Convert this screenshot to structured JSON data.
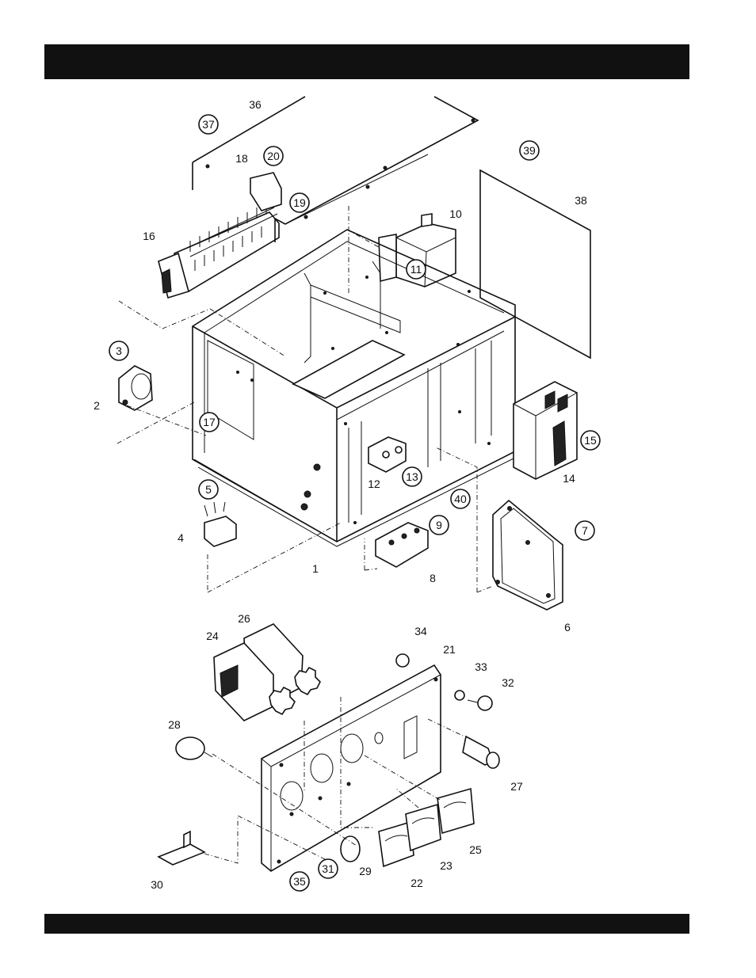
{
  "header": {
    "title": ""
  },
  "footer": {
    "text": ""
  },
  "callouts": [
    {
      "id": "36",
      "circled": false
    },
    {
      "id": "37",
      "circled": true
    },
    {
      "id": "18",
      "circled": false
    },
    {
      "id": "20",
      "circled": true
    },
    {
      "id": "19",
      "circled": true
    },
    {
      "id": "39",
      "circled": true
    },
    {
      "id": "38",
      "circled": false
    },
    {
      "id": "10",
      "circled": false
    },
    {
      "id": "11",
      "circled": true
    },
    {
      "id": "16",
      "circled": false
    },
    {
      "id": "3",
      "circled": true
    },
    {
      "id": "2",
      "circled": false
    },
    {
      "id": "17",
      "circled": true
    },
    {
      "id": "15",
      "circled": true
    },
    {
      "id": "14",
      "circled": false
    },
    {
      "id": "12",
      "circled": false
    },
    {
      "id": "13",
      "circled": true
    },
    {
      "id": "40",
      "circled": true
    },
    {
      "id": "5",
      "circled": true
    },
    {
      "id": "4",
      "circled": false
    },
    {
      "id": "1",
      "circled": false
    },
    {
      "id": "9",
      "circled": true
    },
    {
      "id": "8",
      "circled": false
    },
    {
      "id": "7",
      "circled": true
    },
    {
      "id": "6",
      "circled": false
    },
    {
      "id": "34",
      "circled": false
    },
    {
      "id": "26",
      "circled": false
    },
    {
      "id": "24",
      "circled": false
    },
    {
      "id": "21",
      "circled": false
    },
    {
      "id": "33",
      "circled": false
    },
    {
      "id": "32",
      "circled": false
    },
    {
      "id": "28",
      "circled": false
    },
    {
      "id": "27",
      "circled": false
    },
    {
      "id": "25",
      "circled": false
    },
    {
      "id": "23",
      "circled": false
    },
    {
      "id": "22",
      "circled": false
    },
    {
      "id": "29",
      "circled": false
    },
    {
      "id": "31",
      "circled": true
    },
    {
      "id": "35",
      "circled": true
    },
    {
      "id": "30",
      "circled": false
    }
  ]
}
